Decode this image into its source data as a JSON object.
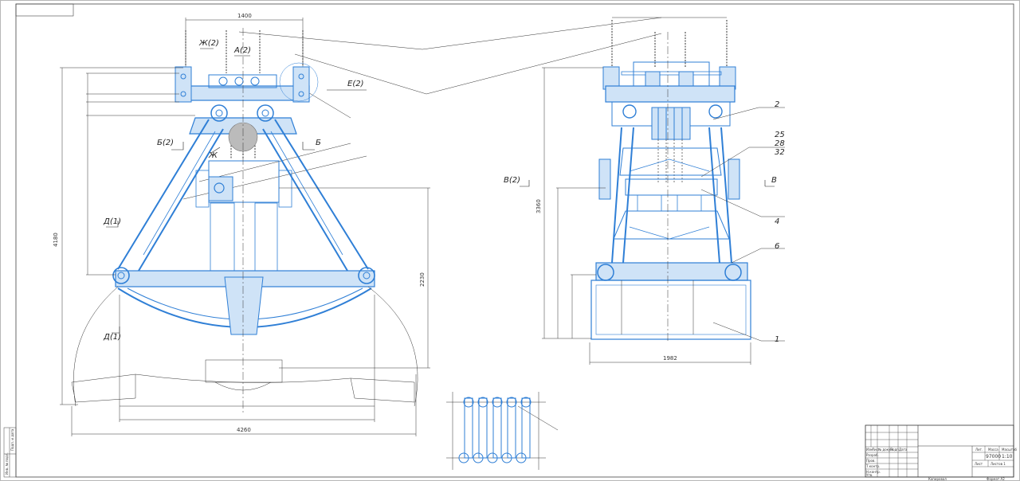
{
  "drawing": {
    "front_view": {
      "dims": {
        "top_width": "1400",
        "overall_height": "4180",
        "lower_height": "2230",
        "overall_width": "4260"
      },
      "labels": {
        "zh2": "Ж(2)",
        "a2": "А(2)",
        "e2": "Е(2)",
        "b2": "Б(2)",
        "b": "Б",
        "zh": "Ж",
        "d1_upper": "Д(1)",
        "d1_lower": "Д(1)"
      }
    },
    "side_view": {
      "dims": {
        "height": "3360",
        "width": "1982"
      },
      "labels": {
        "v2": "В(2)",
        "v": "В"
      },
      "callouts": [
        "2",
        "25",
        "28",
        "32",
        "4",
        "6",
        "1"
      ]
    },
    "title_block": {
      "col_headers": [
        "Изм",
        "Лист",
        "№ докум.",
        "Подп.",
        "Дата"
      ],
      "row_labels": [
        "Разраб.",
        "Пров.",
        "Т.контр.",
        "Н.контр.",
        "Утв."
      ],
      "right_headers": [
        "Лит.",
        "Масса",
        "Масштаб"
      ],
      "mass": "97000",
      "scale": "1:10",
      "sheet": "Лист",
      "sheets": "Листов 1",
      "copied": "Копировал",
      "format": "Формат  А2"
    },
    "side_strip": [
      "Инв. № подл.",
      "Подп. и дата"
    ]
  }
}
